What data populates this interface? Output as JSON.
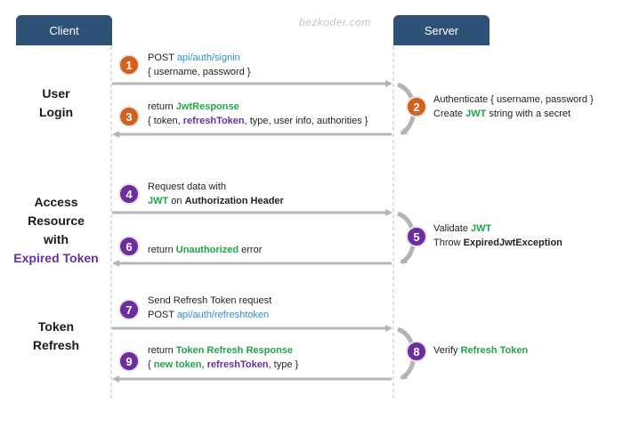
{
  "header": {
    "client": "Client",
    "server": "Server",
    "watermark": "bezkoder.com"
  },
  "sections": {
    "user_login": {
      "line1": "User",
      "line2": "Login"
    },
    "access_resource": {
      "line1": "Access",
      "line2": "Resource",
      "line3": "with",
      "line4": "Expired Token"
    },
    "token_refresh": {
      "line1": "Token",
      "line2": "Refresh"
    }
  },
  "steps": [
    {
      "number": "1",
      "line1_prefix": "POST ",
      "line1_path": "api/auth/signin",
      "line2": "{ username, password }"
    },
    {
      "number": "2",
      "line1": "Authenticate { username, password }",
      "line2_prefix": "Create ",
      "line2_jwt": "JWT",
      "line2_suffix": " string with a secret"
    },
    {
      "number": "3",
      "line1_prefix": "return ",
      "line1_highlight": "JwtResponse",
      "line2_a": "{ token, ",
      "line2_highlight": "refreshToken",
      "line2_b": ", type, user info, authorities }"
    },
    {
      "number": "4",
      "line1": "Request data with",
      "line2_jwt": "JWT",
      "line2_middle": " on ",
      "line2_bold": "Authorization Header"
    },
    {
      "number": "5",
      "line1_prefix": "Validate ",
      "line1_jwt": "JWT",
      "line2_prefix": "Throw ",
      "line2_bold": "ExpiredJwtException"
    },
    {
      "number": "6",
      "line1_prefix": "return ",
      "line1_highlight": "Unauthorized",
      "line1_suffix": " error"
    },
    {
      "number": "7",
      "line1": "Send Refresh Token request",
      "line2_prefix": "POST ",
      "line2_path": "api/auth/refreshtoken"
    },
    {
      "number": "8",
      "line1_prefix": "Verify ",
      "line1_highlight": "Refresh Token"
    },
    {
      "number": "9",
      "line1_prefix": "return ",
      "line1_highlight": "Token Refresh Response",
      "line2_a": "{ ",
      "line2_green": "new token",
      "line2_mid": ", ",
      "line2_purple": "refreshToken",
      "line2_b": ", type }"
    }
  ],
  "colors": {
    "header": "#2e5277",
    "orange": "#d4601a",
    "violet": "#6e2d9e",
    "green": "#22a447",
    "purple": "#6b2fa0",
    "blue": "#2b8fd0",
    "arrow": "#b4b4b4"
  }
}
